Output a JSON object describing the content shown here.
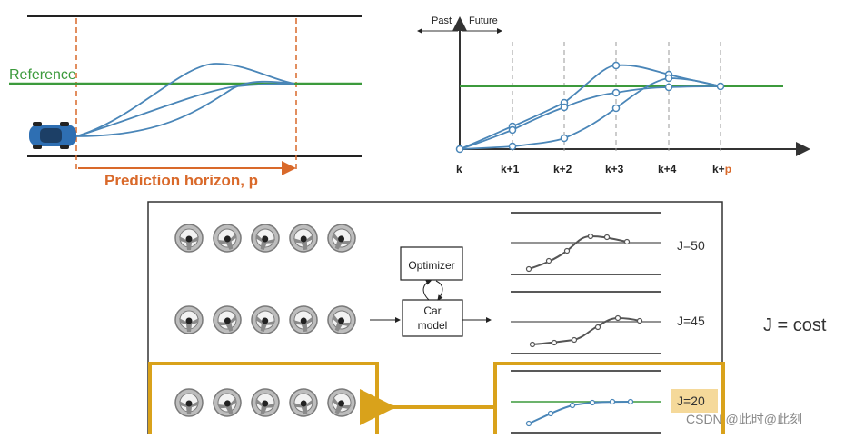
{
  "road_panel": {
    "reference_label": "Reference",
    "horizon_label": "Prediction horizon, p"
  },
  "timeline_panel": {
    "past_label": "Past",
    "future_label": "Future",
    "ticks": [
      "k",
      "k+1",
      "k+2",
      "k+3",
      "k+4",
      "k+"
    ],
    "last_tick_suffix": "p"
  },
  "optimizer_panel": {
    "optimizer_label": "Optimizer",
    "car_model_label_line1": "Car",
    "car_model_label_line2": "model",
    "rows": [
      {
        "cost": "J=50"
      },
      {
        "cost": "J=45"
      },
      {
        "cost": "J=20"
      }
    ],
    "wheels_per_row": 5,
    "legend": "J = cost"
  },
  "watermark": "CSDN @此时@此刻",
  "colors": {
    "reference_green": "#3c9a3c",
    "trajectory_blue": "#4a86b8",
    "horizon_orange": "#d9692a",
    "highlight_gold": "#d9a21b",
    "gray_curve": "#555555"
  }
}
